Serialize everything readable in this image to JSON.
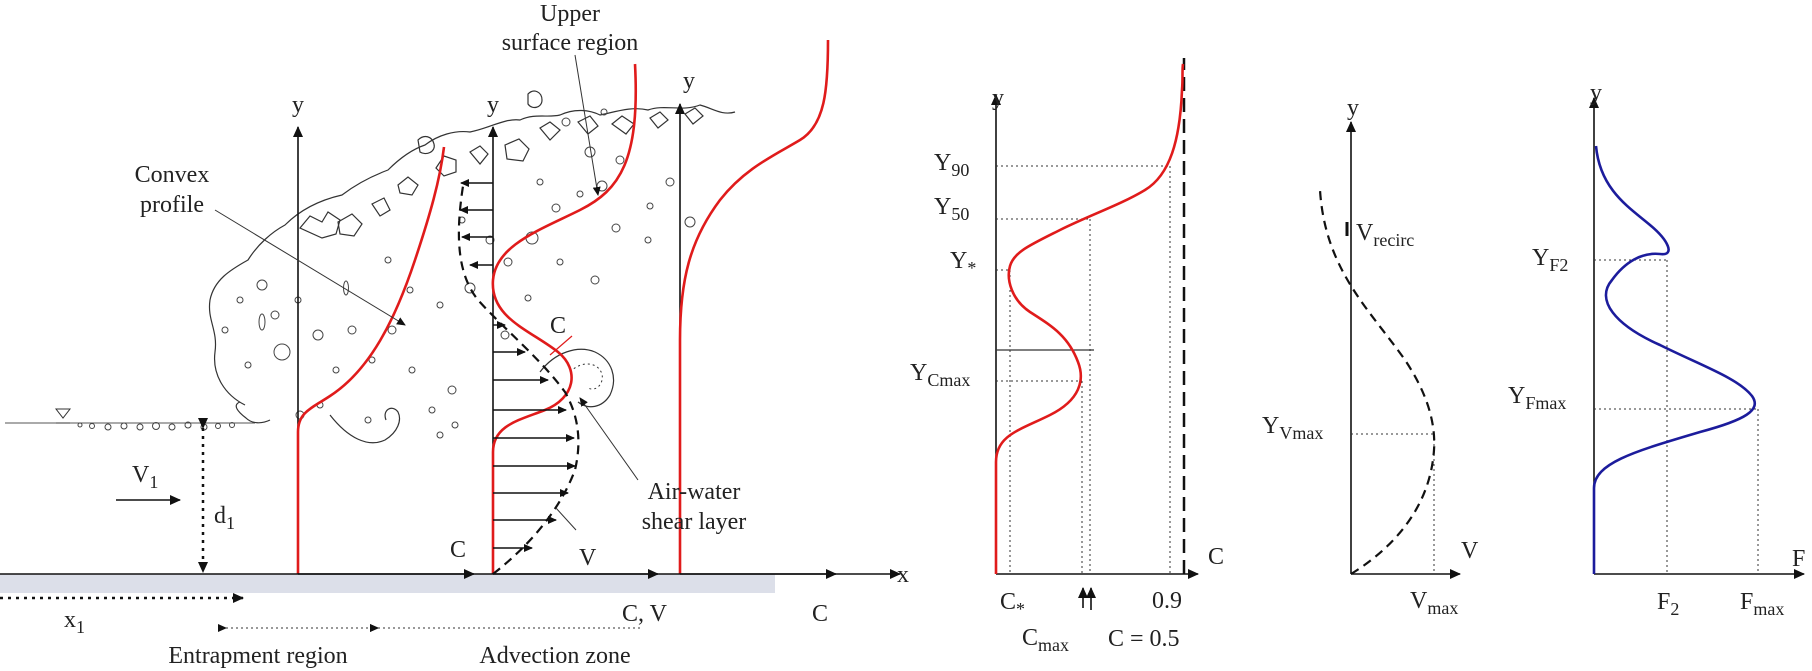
{
  "left_diagram": {
    "upper_surface_region": [
      "Upper",
      "surface region"
    ],
    "convex_profile": [
      "Convex",
      "profile"
    ],
    "air_water_shear_layer": [
      "Air-water",
      "shear layer"
    ],
    "axis_y": "y",
    "axis_x": "x",
    "label_C": "C",
    "label_V": "V",
    "label_CV": "C, V",
    "inflow_velocity": "V",
    "inflow_velocity_sub": "1",
    "inflow_depth": "d",
    "inflow_depth_sub": "1",
    "jump_toe": "x",
    "jump_toe_sub": "1",
    "entrapment_region": "Entrapment region",
    "advection_zone": "Advection zone"
  },
  "panel_C": {
    "axis_y": "y",
    "axis_x": "C",
    "y90": "Y",
    "y90_sub": "90",
    "y50": "Y",
    "y50_sub": "50",
    "ystar": "Y",
    "ystar_sub": "*",
    "ycmax": "Y",
    "ycmax_sub": "Cmax",
    "cstar": "C",
    "cstar_sub": "*",
    "cmax": "C",
    "cmax_sub": "max",
    "c05": "C = 0.5",
    "c09": "0.9"
  },
  "panel_V": {
    "axis_y": "y",
    "axis_x": "V",
    "vrecirc": "V",
    "vrecirc_sub": "recirc",
    "yvmax": "Y",
    "yvmax_sub": "Vmax",
    "vmax": "V",
    "vmax_sub": "max"
  },
  "panel_F": {
    "axis_y": "y",
    "axis_x": "F",
    "yf2": "Y",
    "yf2_sub": "F2",
    "yfmax": "Y",
    "yfmax_sub": "Fmax",
    "f2": "F",
    "f2_sub": "2",
    "fmax": "F",
    "fmax_sub": "max"
  },
  "colors": {
    "concentration_curve": "#e01b1b",
    "frequency_curve": "#1c1c9c",
    "channel_bed": "#dcdfe9"
  }
}
